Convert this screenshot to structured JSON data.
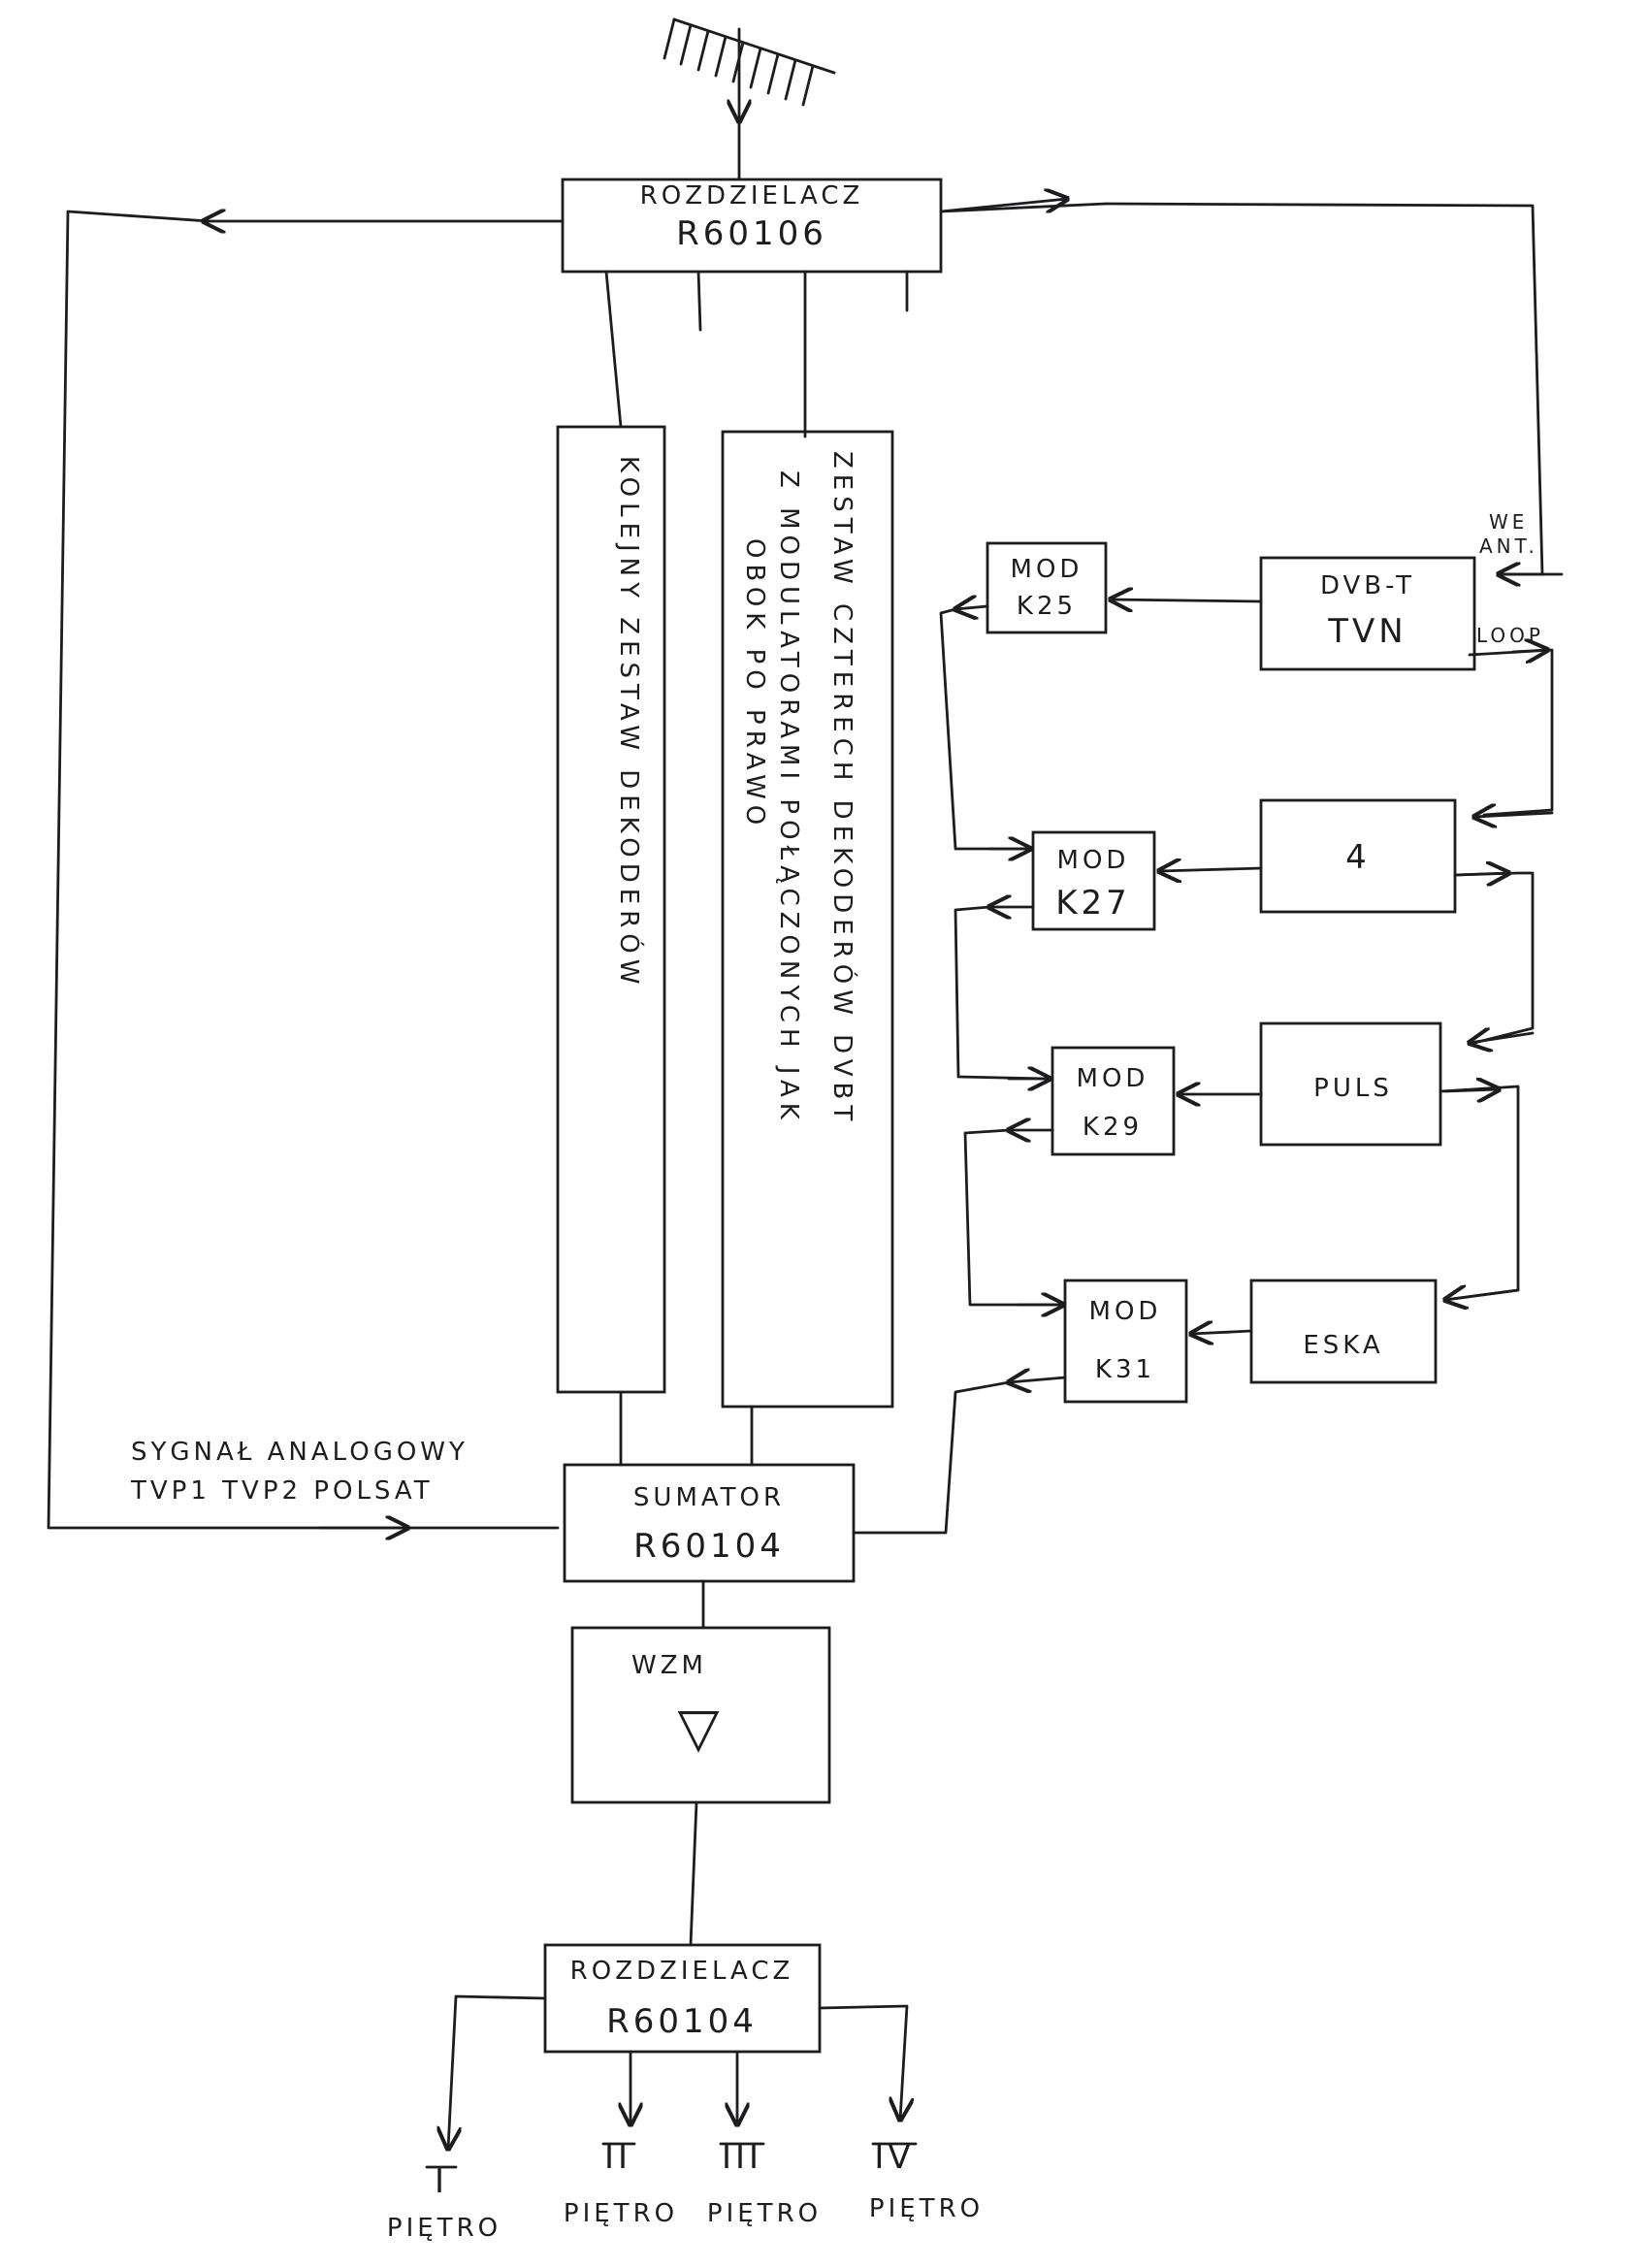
{
  "splitter_top": {
    "line1": "ROZDZIELACZ",
    "line2": "R60106"
  },
  "next_set": {
    "label": "KOLEJNY ZESTAW DEKODERÓW"
  },
  "four_set": {
    "line1": "ZESTAW CZTERECH DEKODERÓW DVBT",
    "line2": "Z MODULATORAMI POŁĄCZONYCH JAK",
    "line3": "OBOK PO PRAWO"
  },
  "modulators": [
    {
      "line1": "MOD",
      "line2": "K25"
    },
    {
      "line1": "MOD",
      "line2": "K27"
    },
    {
      "line1": "MOD",
      "line2": "K29"
    },
    {
      "line1": "MOD",
      "line2": "K31"
    }
  ],
  "tuner": {
    "line1": "DVB-T",
    "line2": "TVN",
    "input_line1": "WE",
    "input_line2": "ANT.",
    "loop_label": "LOOP"
  },
  "decoders": [
    {
      "label": "4"
    },
    {
      "label": "PULS"
    },
    {
      "label": "ESKA"
    }
  ],
  "analog_signal": {
    "line1": "SYGNAŁ ANALOGOWY",
    "line2": "TVP1 TVP2 POLSAT"
  },
  "combiner": {
    "line1": "SUMATOR",
    "line2": "R60104"
  },
  "amplifier": {
    "label": "WZM",
    "symbol": "▽"
  },
  "splitter_bottom": {
    "line1": "ROZDZIELACZ",
    "line2": "R60104"
  },
  "floors": [
    {
      "numeral": "I",
      "label": "PIĘTRO"
    },
    {
      "numeral": "II",
      "label": "PIĘTRO"
    },
    {
      "numeral": "III",
      "label": "PIĘTRO"
    },
    {
      "numeral": "IV",
      "label": "PIĘTRO"
    }
  ]
}
